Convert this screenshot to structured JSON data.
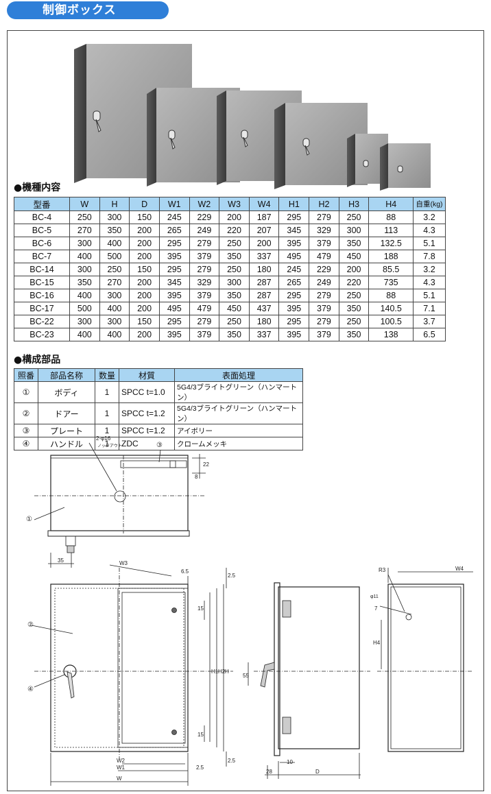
{
  "title": "制御ボックス",
  "section_models": "●機種内容",
  "section_parts": "●構成部品",
  "spec_table": {
    "headers": [
      "型番",
      "W",
      "H",
      "D",
      "W1",
      "W2",
      "W3",
      "W4",
      "H1",
      "H2",
      "H3",
      "H4",
      "自重(kg)"
    ],
    "rows": [
      [
        "BC-4",
        "250",
        "300",
        "150",
        "245",
        "229",
        "200",
        "187",
        "295",
        "279",
        "250",
        "88",
        "3.2"
      ],
      [
        "BC-5",
        "270",
        "350",
        "200",
        "265",
        "249",
        "220",
        "207",
        "345",
        "329",
        "300",
        "113",
        "4.3"
      ],
      [
        "BC-6",
        "300",
        "400",
        "200",
        "295",
        "279",
        "250",
        "200",
        "395",
        "379",
        "350",
        "132.5",
        "5.1"
      ],
      [
        "BC-7",
        "400",
        "500",
        "200",
        "395",
        "379",
        "350",
        "337",
        "495",
        "479",
        "450",
        "188",
        "7.8"
      ],
      [
        "BC-14",
        "300",
        "250",
        "150",
        "295",
        "279",
        "250",
        "180",
        "245",
        "229",
        "200",
        "85.5",
        "3.2"
      ],
      [
        "BC-15",
        "350",
        "270",
        "200",
        "345",
        "329",
        "300",
        "287",
        "265",
        "249",
        "220",
        "735",
        "4.3"
      ],
      [
        "BC-16",
        "400",
        "300",
        "200",
        "395",
        "379",
        "350",
        "287",
        "295",
        "279",
        "250",
        "88",
        "5.1"
      ],
      [
        "BC-17",
        "500",
        "400",
        "200",
        "495",
        "479",
        "450",
        "437",
        "395",
        "379",
        "350",
        "140.5",
        "7.1"
      ],
      [
        "BC-22",
        "300",
        "300",
        "150",
        "295",
        "279",
        "250",
        "180",
        "295",
        "279",
        "250",
        "100.5",
        "3.7"
      ],
      [
        "BC-23",
        "400",
        "400",
        "200",
        "395",
        "379",
        "350",
        "337",
        "395",
        "379",
        "350",
        "138",
        "6.5"
      ]
    ]
  },
  "parts_table": {
    "headers": [
      "照番",
      "部品名称",
      "数量",
      "材質",
      "表面処理"
    ],
    "rows": [
      [
        "①",
        "ボディ",
        "1",
        "SPCC t=1.0",
        "5G4/3ブライトグリーン（ハンマートン）"
      ],
      [
        "②",
        "ドアー",
        "1",
        "SPCC t=1.2",
        "5G4/3ブライトグリーン（ハンマートン）"
      ],
      [
        "③",
        "プレート",
        "1",
        "SPCC t=1.2",
        "アイボリー"
      ],
      [
        "④",
        "ハンドル",
        "1",
        "ZDC",
        "クロームメッキ"
      ]
    ]
  },
  "drawing_labels": {
    "knockout": "2-φ16",
    "knockout_sub": "ノックアウト",
    "c1": "①",
    "c2": "②",
    "c3": "③",
    "c4": "④",
    "d22": "22",
    "d8": "8",
    "d35": "35",
    "w3": "W3",
    "d65": "6.5",
    "d25a": "2.5",
    "d15a": "15",
    "d15b": "15",
    "h1": "H1",
    "h2": "H2",
    "h": "H",
    "d25b": "2.5",
    "w2": "W2",
    "w1": "W1",
    "w": "W",
    "d25c": "2.5",
    "d55": "55",
    "d28": "28",
    "d10": "10",
    "d": "D",
    "r3": "R3",
    "w4": "W4",
    "d11": "φ11",
    "d7": "7",
    "h4": "H4"
  }
}
